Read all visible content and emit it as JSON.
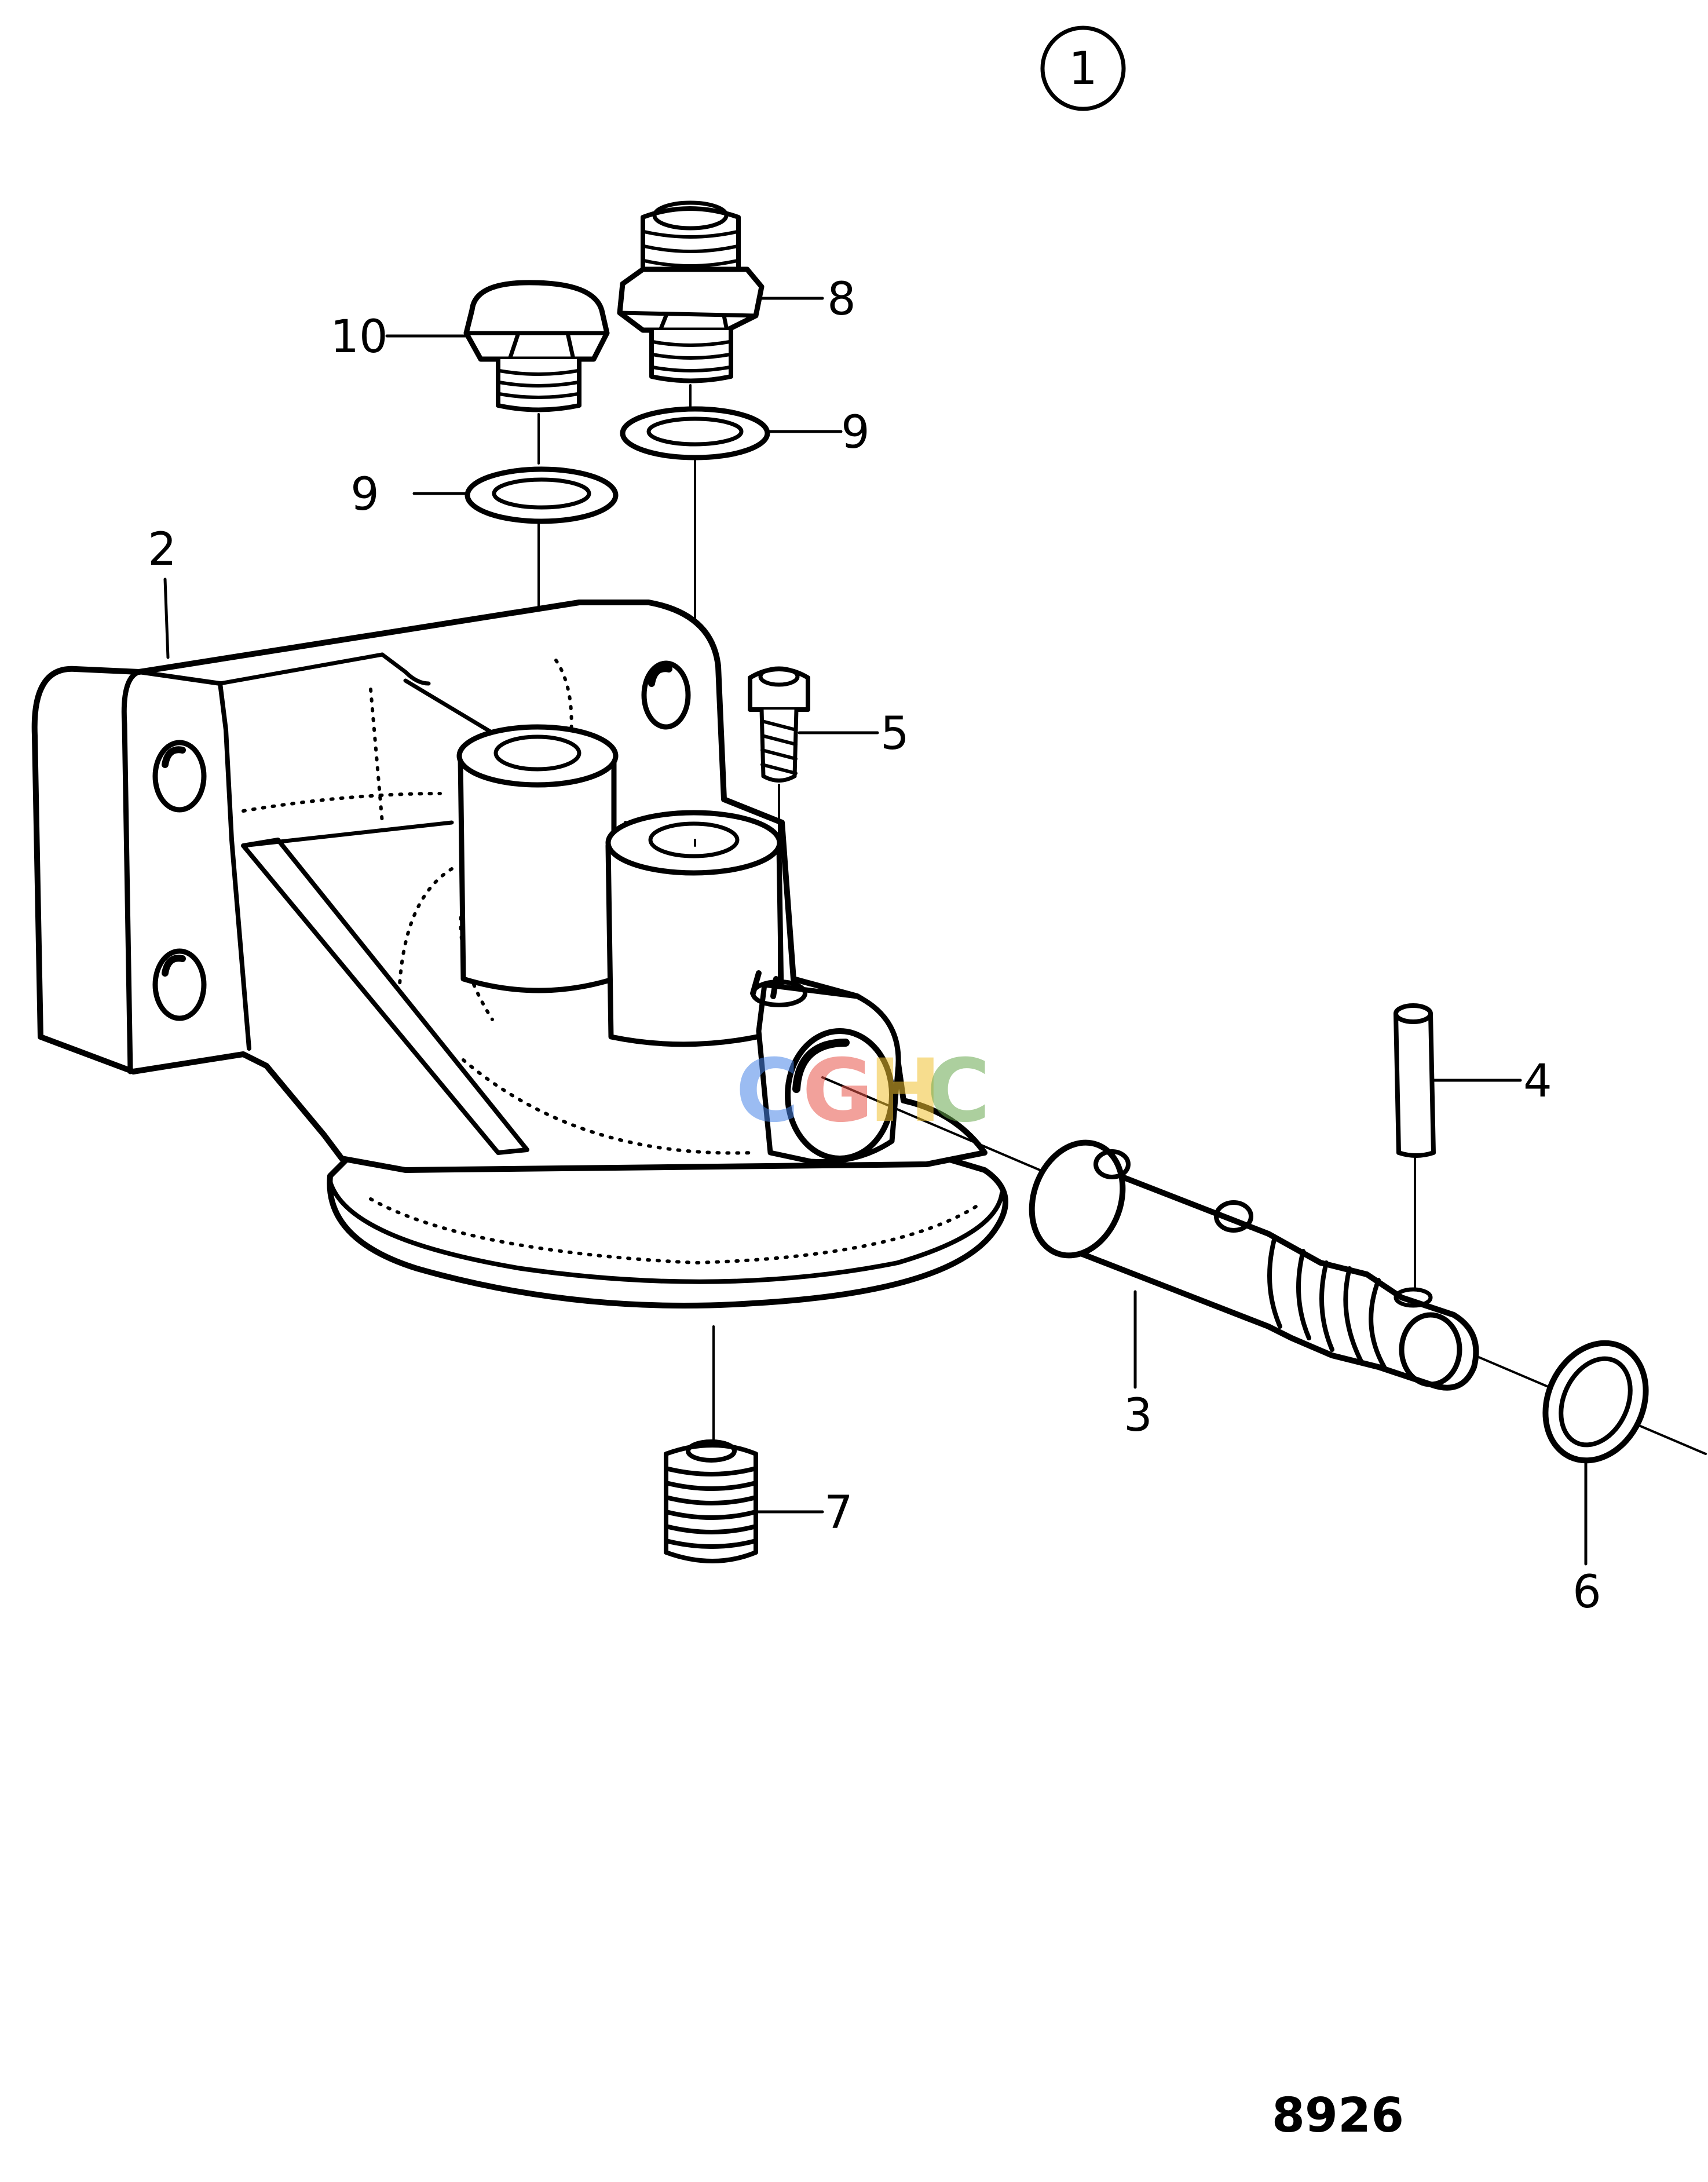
{
  "figure": {
    "sheet_number": "1",
    "drawing_number": "8926",
    "watermark": [
      "C",
      "G",
      "H",
      "C"
    ],
    "watermark_colors": [
      "#4a86e8",
      "#e8554a",
      "#f1c232",
      "#6aa84f"
    ]
  },
  "callouts": [
    {
      "id": "c2",
      "text": "2",
      "part": "filter-bracket-housing"
    },
    {
      "id": "c3",
      "text": "3",
      "part": "banjo-bolt"
    },
    {
      "id": "c4",
      "text": "4",
      "part": "pin"
    },
    {
      "id": "c5",
      "text": "5",
      "part": "socket-screw"
    },
    {
      "id": "c6",
      "text": "6",
      "part": "sealing-ring"
    },
    {
      "id": "c7",
      "text": "7",
      "part": "threaded-nipple"
    },
    {
      "id": "c8",
      "text": "8",
      "part": "union-nipple"
    },
    {
      "id": "c9a",
      "text": "9",
      "part": "washer-left"
    },
    {
      "id": "c9b",
      "text": "9",
      "part": "washer-right"
    },
    {
      "id": "c10",
      "text": "10",
      "part": "plug"
    }
  ]
}
